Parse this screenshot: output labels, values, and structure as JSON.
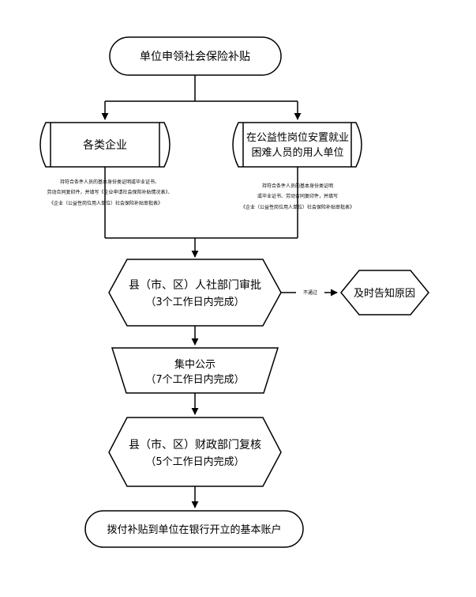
{
  "nodes": {
    "start": "单位申领社会保险补贴",
    "enterprise": "各类企业",
    "public_welfare": [
      "在公益性岗位安置就业",
      "困难人员的用人单位"
    ],
    "county_hr_approval": [
      "县（市、区）人社部门审批",
      "（3个工作日内完成）"
    ],
    "notify_reason": "及时告知原因",
    "public_notice": [
      "集中公示",
      "（7个工作日内完成）"
    ],
    "finance_review": [
      "县（市、区）财政部门复核",
      "（5个工作日内完成）"
    ],
    "payout": "拨付补贴到单位在银行开立的基本账户"
  },
  "notes": {
    "enterprise": [
      "持符合条件人员的基本身份类证明或毕业证书、",
      "劳动合同复印件，并填写《企业申请社会保险补贴情况表》、",
      "《企业（公益性岗位用人单位）社会保险补贴审批表》"
    ],
    "public_welfare": [
      "持符合条件人员的基本身份类证明",
      "或毕业证书、劳动合同复印件，并填写",
      "《企业（公益性岗位用人单位）社会保险补贴审批表》"
    ]
  },
  "edges": {
    "reject_label": "不通过"
  }
}
